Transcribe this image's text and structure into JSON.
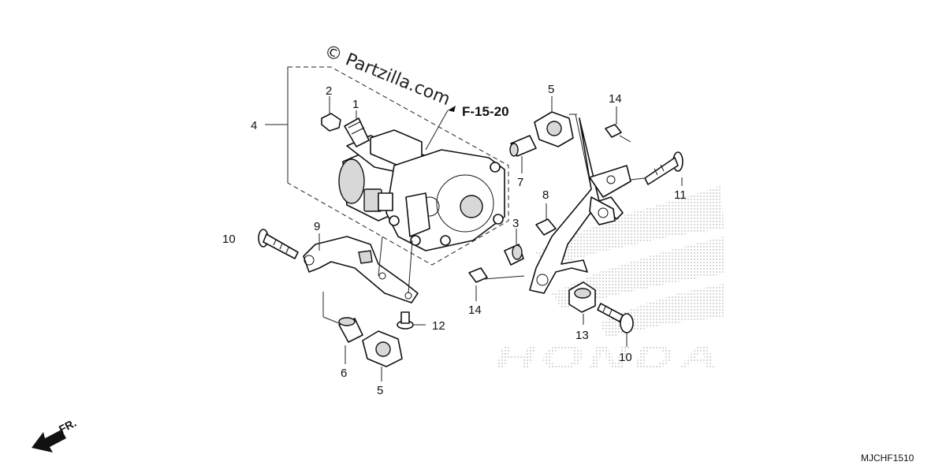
{
  "watermark": "© Partzilla.com",
  "reference": "F-15-20",
  "diagram_code": "MJCHF1510",
  "front_indicator": "FR.",
  "brand_watermark": "HONDA",
  "callouts": [
    {
      "id": "c1",
      "label": "1"
    },
    {
      "id": "c2",
      "label": "2"
    },
    {
      "id": "c3",
      "label": "3"
    },
    {
      "id": "c4",
      "label": "4"
    },
    {
      "id": "c5a",
      "label": "5"
    },
    {
      "id": "c5b",
      "label": "5"
    },
    {
      "id": "c6",
      "label": "6"
    },
    {
      "id": "c7",
      "label": "7"
    },
    {
      "id": "c8",
      "label": "8"
    },
    {
      "id": "c9",
      "label": "9"
    },
    {
      "id": "c10a",
      "label": "10"
    },
    {
      "id": "c10b",
      "label": "10"
    },
    {
      "id": "c11",
      "label": "11"
    },
    {
      "id": "c12",
      "label": "12"
    },
    {
      "id": "c13",
      "label": "13"
    },
    {
      "id": "c14a",
      "label": "14"
    },
    {
      "id": "c14b",
      "label": "14"
    }
  ]
}
